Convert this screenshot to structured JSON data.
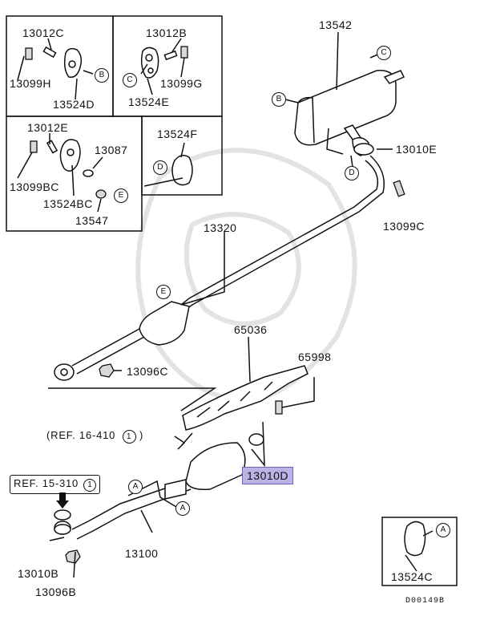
{
  "diagram": {
    "labels": {
      "p13542": "13542",
      "p13010E": "13010E",
      "p13099C": "13099C",
      "p13320": "13320",
      "p13096C": "13096C",
      "p65036": "65036",
      "p65998": "65998",
      "p13010D": "13010D",
      "p13100": "13100",
      "p13010B": "13010B",
      "p13096B": "13096B",
      "box1_13012C": "13012C",
      "box1_13099H": "13099H",
      "box1_13524D": "13524D",
      "box2_13012B": "13012B",
      "box2_13099G": "13099G",
      "box2_13524E": "13524E",
      "box3_13012E": "13012E",
      "box3_13087": "13087",
      "box3_13099BC": "13099BC",
      "box3_13524BC": "13524BC",
      "box3_13547": "13547",
      "box4_13524F": "13524F",
      "box5_13524C": "13524C"
    },
    "refs": {
      "ref16": "(REF. 16-410",
      "ref16_num": "1",
      "ref16_close": ")",
      "ref15": "REF. 15-310",
      "ref15_num": "1"
    },
    "callouts": {
      "A": "A",
      "B": "B",
      "C": "C",
      "D": "D",
      "E": "E"
    },
    "highlighted_part": "13010D",
    "drawing_code": "D00149B",
    "highlight_color": "#b9b3e6"
  }
}
